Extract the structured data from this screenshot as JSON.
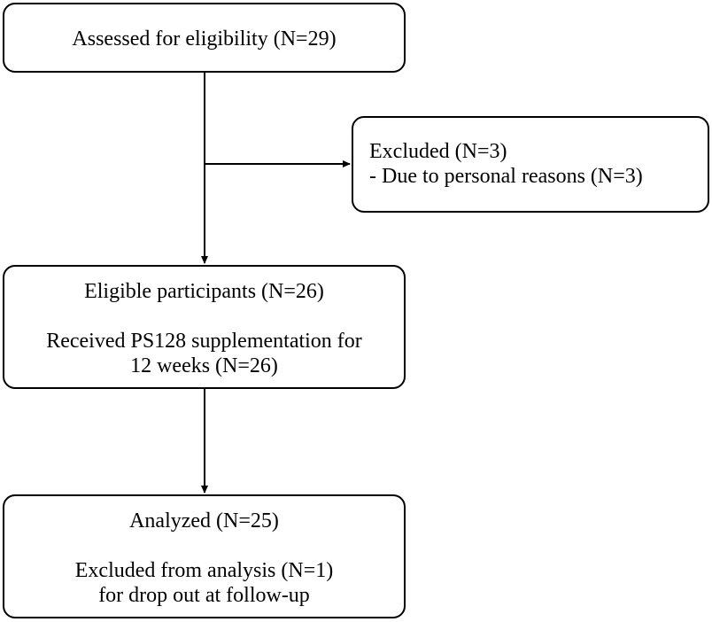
{
  "flowchart": {
    "assessed": {
      "text": "Assessed for eligibility (N=29)"
    },
    "excluded": {
      "title": "Excluded (N=3)",
      "reason": "- Due to personal reasons (N=3)"
    },
    "eligible": {
      "title": "Eligible participants (N=26)",
      "detail_line1": "Received PS128 supplementation for",
      "detail_line2": "12 weeks (N=26)"
    },
    "analyzed": {
      "title": "Analyzed (N=25)",
      "detail_line1": "Excluded from analysis (N=1)",
      "detail_line2": "for drop out at follow-up"
    }
  },
  "colors": {
    "stroke": "#000000",
    "background": "#ffffff"
  }
}
